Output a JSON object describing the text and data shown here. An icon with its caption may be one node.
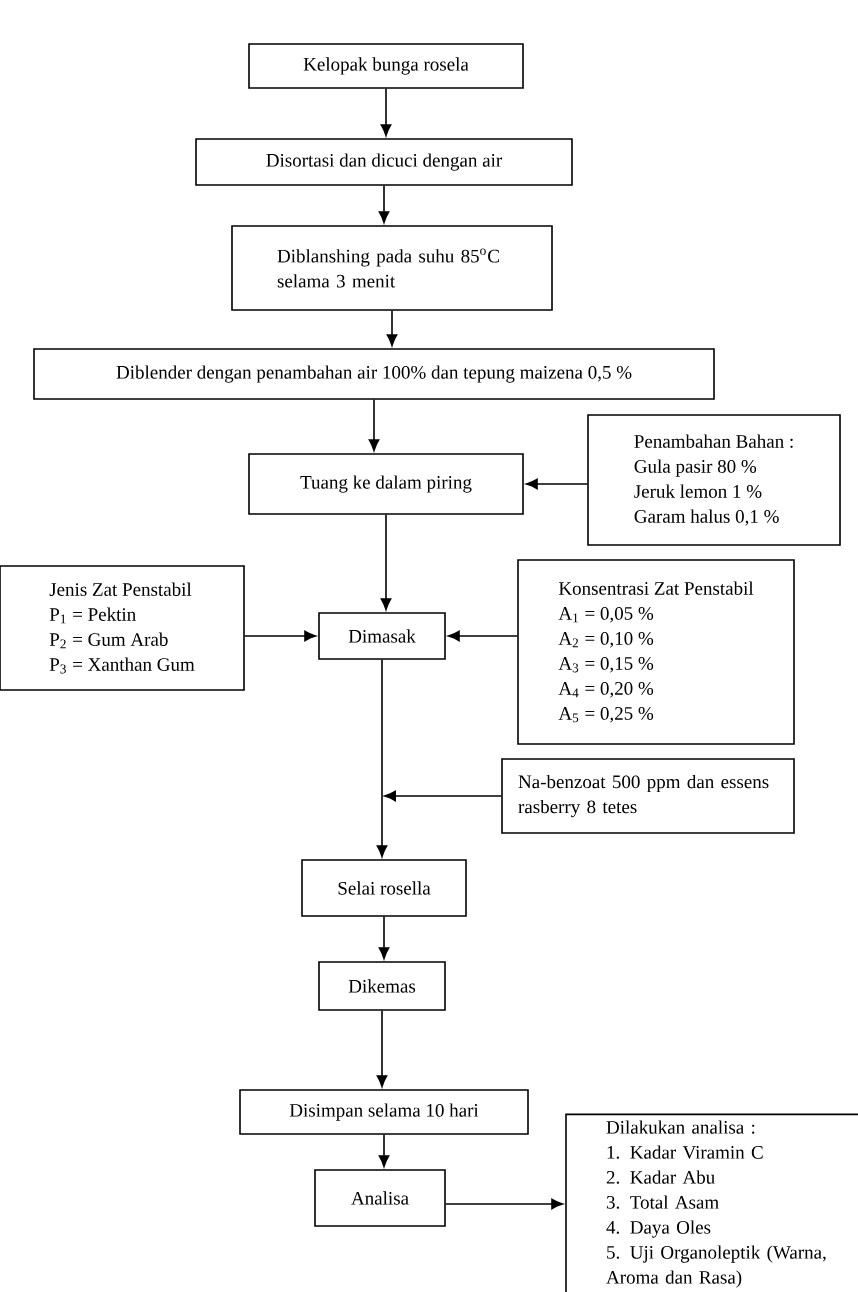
{
  "diagram": {
    "nodes": [
      {
        "text": [
          "Kelopak bunga rosela"
        ]
      },
      {
        "text": [
          "Disortasi dan dicuci dengan air"
        ]
      },
      {
        "text": [
          "Diblanshing pada suhu 85$^{o}$C selama 3 menit"
        ]
      },
      {
        "text": [
          "Diblender dengan penambahan air 100% dan tepung maizena 0,5 %"
        ]
      },
      {
        "text": [
          "Tuang ke dalam piring"
        ]
      },
      {
        "text": [
          "Penambahan Bahan :",
          "Gula pasir 80 %",
          "Jeruk lemon 1 %",
          "Garam halus 0,1 %"
        ]
      },
      {
        "text": [
          "Jenis Zat Penstabil",
          "P$_{1}$ = Pektin",
          "P$_{2}$ = Gum Arab",
          "P$_{3}$ = Xanthan Gum"
        ]
      },
      {
        "text": [
          "Dimasak"
        ]
      },
      {
        "text": [
          "Konsentrasi Zat Penstabil",
          "A$_{1}$ = 0,05 %",
          "A$_{2}$ = 0,10 %",
          "A$_{3}$ = 0,15 %",
          "A$_{4}$ = 0,20 %",
          "A$_{5}$ = 0,25 %"
        ]
      },
      {
        "text": [
          "Na-benzoat  500 ppm dan essens rasberry 8 tetes"
        ]
      },
      {
        "text": [
          "Selai rosella"
        ]
      },
      {
        "text": [
          "Dikemas"
        ]
      },
      {
        "text": [
          "Disimpan selama 10 hari"
        ]
      },
      {
        "text": [
          "Analisa"
        ]
      },
      {
        "text": [
          "Dilakukan analisa :",
          "1. Kadar Viramin C",
          "2. Kadar Abu",
          "3. Total Asam",
          "4. Daya Oles",
          "5. Uji Organoleptik (Warna, Aroma dan Rasa)"
        ]
      }
    ],
    "edges": [
      {
        "from": 0,
        "to": 1,
        "arrow": "to"
      },
      {
        "from": 1,
        "to": 2,
        "arrow": "to"
      },
      {
        "from": 2,
        "to": 3,
        "arrow": "to"
      },
      {
        "from": 3,
        "to": 4,
        "arrow": "to"
      },
      {
        "from": 5,
        "to": 4,
        "arrow": "to"
      },
      {
        "from": 4,
        "to": 7,
        "arrow": "to"
      },
      {
        "from": 6,
        "to": 7,
        "arrow": "to"
      },
      {
        "from": 8,
        "to": 7,
        "arrow": "to"
      },
      {
        "from": 7,
        "to": 10,
        "arrow": "to"
      },
      {
        "from": 9,
        "to": 10,
        "arrow": "to"
      },
      {
        "from": 10,
        "to": 11,
        "arrow": "to"
      },
      {
        "from": 11,
        "to": 12,
        "arrow": "to"
      },
      {
        "from": 12,
        "to": 13,
        "arrow": "to"
      },
      {
        "from": 13,
        "to": 14,
        "arrow": "to"
      }
    ]
  }
}
